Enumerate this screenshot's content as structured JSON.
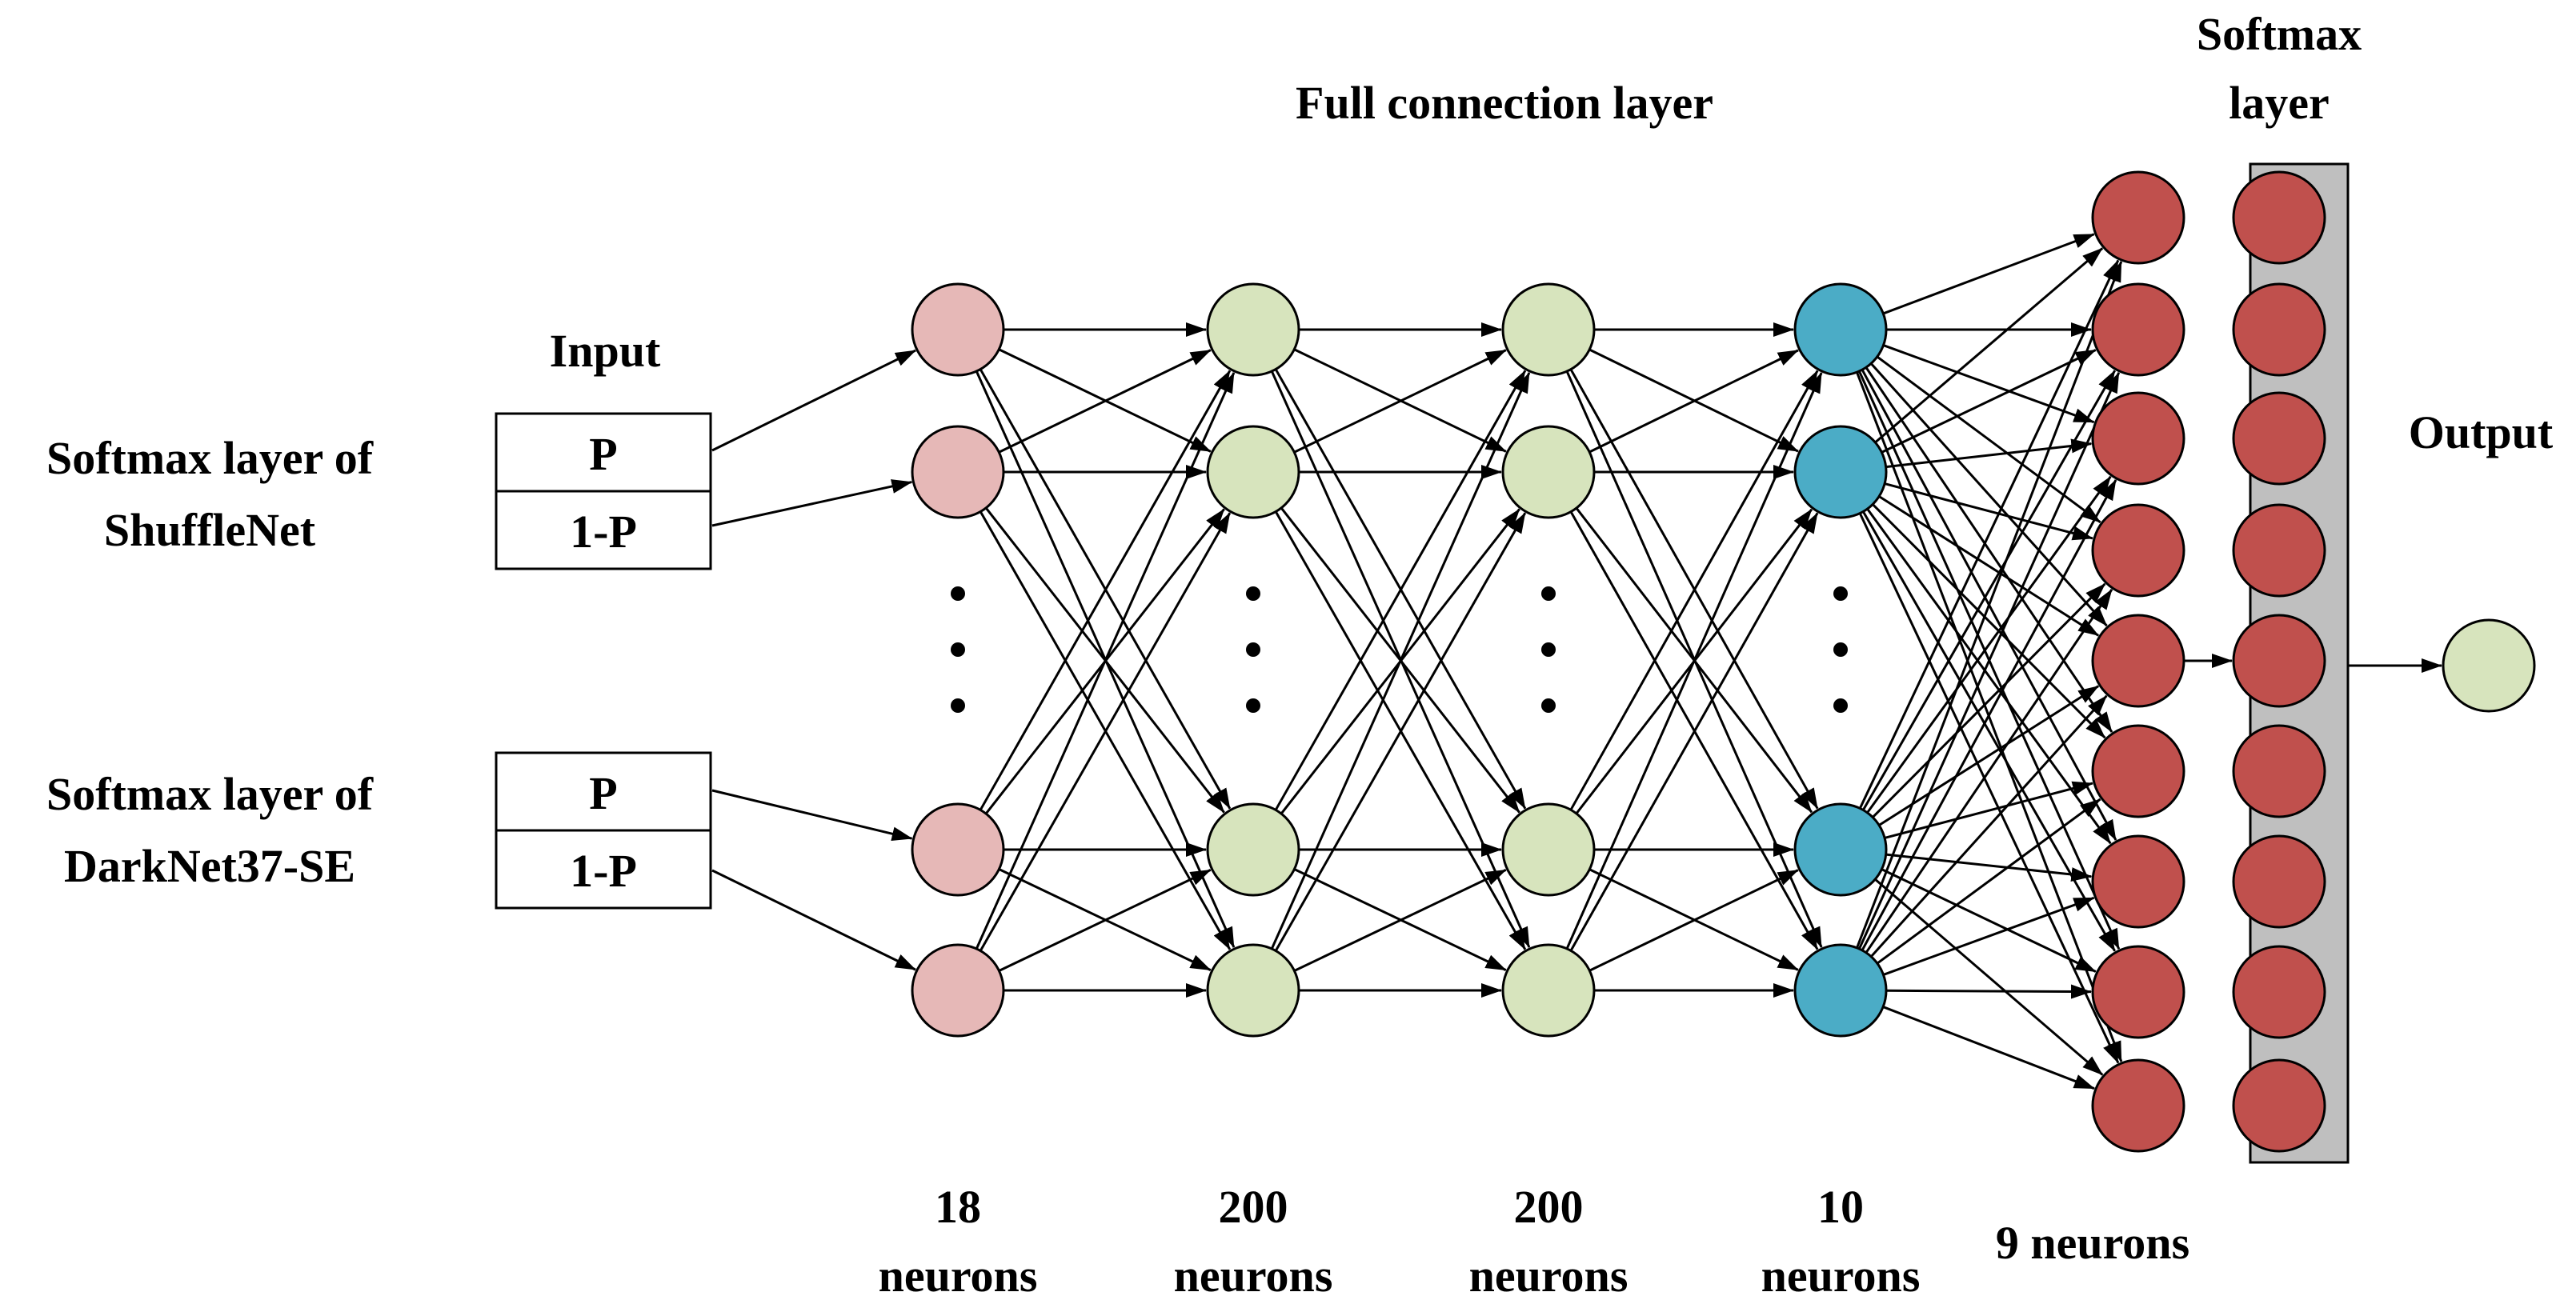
{
  "title": "Full connection layer",
  "input_label": "Input",
  "output_label": "Output",
  "softmax_title_line1": "Softmax",
  "softmax_title_line2": "layer",
  "sources": [
    {
      "line1": "Softmax layer of",
      "line2": "ShuffleNet",
      "cells": [
        "P",
        "1-P"
      ]
    },
    {
      "line1": "Softmax layer of",
      "line2": "DarkNet37-SE",
      "cells": [
        "P",
        "1-P"
      ]
    }
  ],
  "layers": [
    {
      "count_label": "18",
      "unit_label": "neurons",
      "color": "#e6b8b7",
      "neurons_shown": 4,
      "ellipsis": true
    },
    {
      "count_label": "200",
      "unit_label": "neurons",
      "color": "#d7e4bd",
      "neurons_shown": 4,
      "ellipsis": true
    },
    {
      "count_label": "200",
      "unit_label": "neurons",
      "color": "#d7e4bd",
      "neurons_shown": 4,
      "ellipsis": true
    },
    {
      "count_label": "10",
      "unit_label": "neurons",
      "color": "#4bacc6",
      "neurons_shown": 4,
      "ellipsis": true
    },
    {
      "count_label": "9 neurons",
      "color": "#c0504d",
      "neurons_shown": 9,
      "ellipsis": false
    }
  ],
  "softmax_layer": {
    "neurons_shown": 9,
    "color": "#c0504d",
    "bar_color": "#bfbfbf"
  },
  "output_neuron": {
    "color": "#d7e4bd"
  }
}
